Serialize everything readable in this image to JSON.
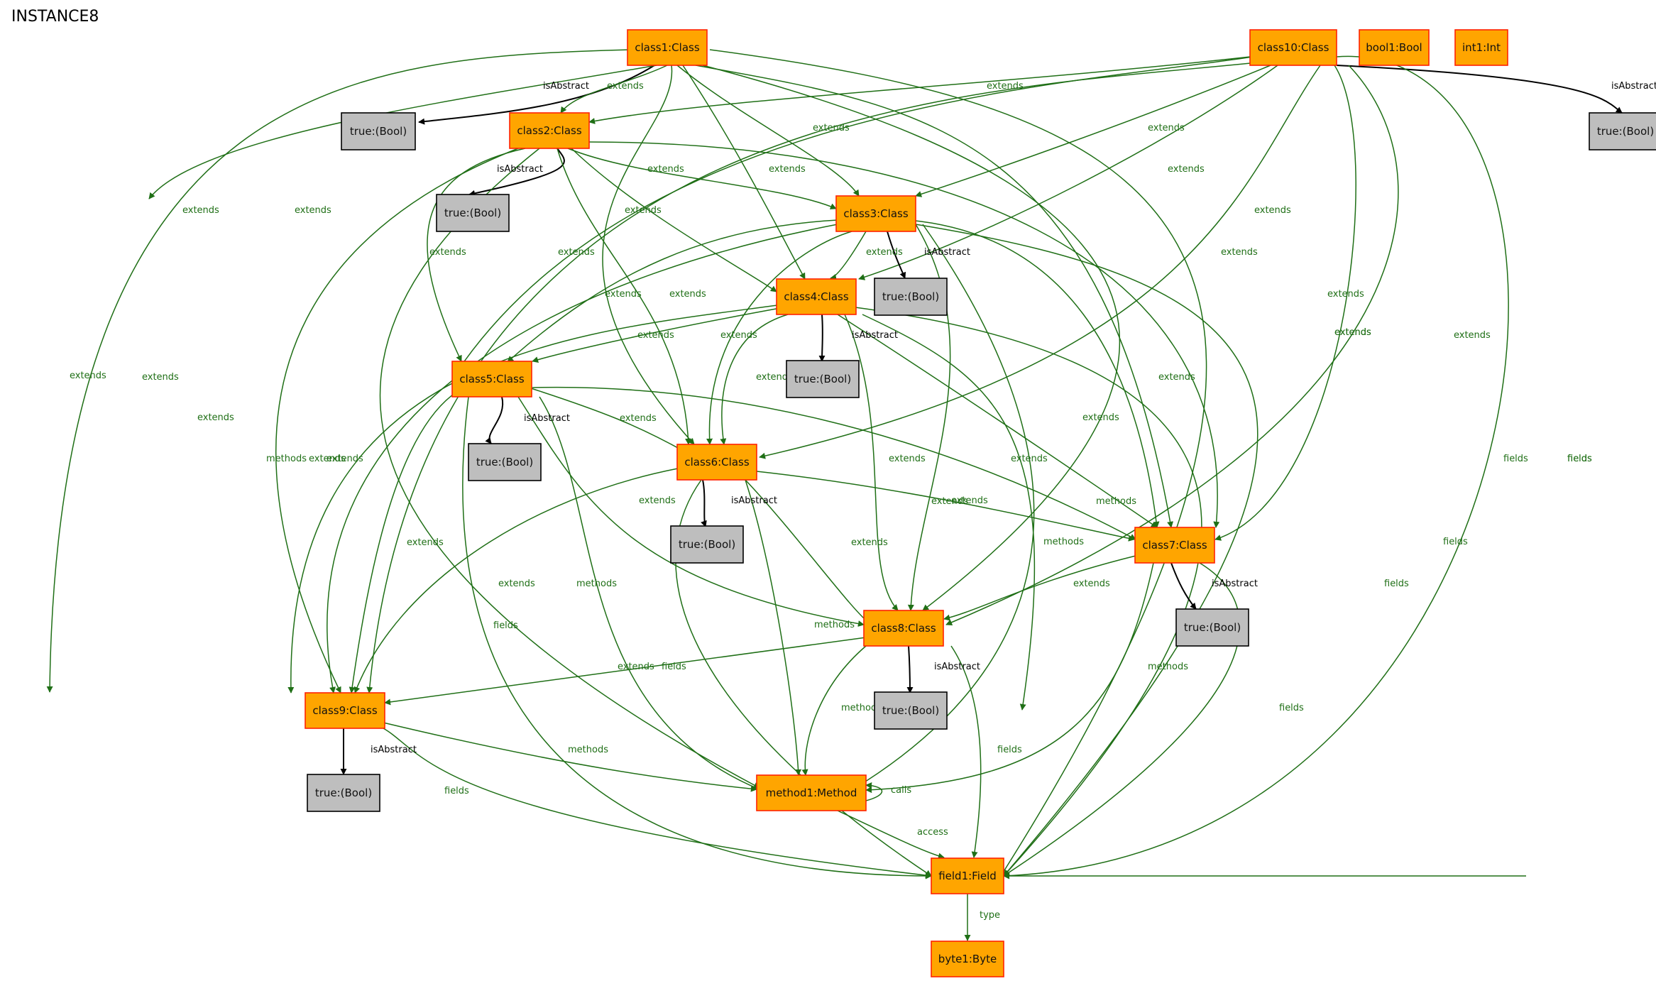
{
  "title": "INSTANCE8",
  "colors": {
    "class_fill": "#ffa500",
    "class_border": "#ff2200",
    "value_fill": "#bebebe",
    "value_border": "#000000",
    "edge_green": "#1f6f16",
    "edge_black": "#000000"
  },
  "nodes": [
    {
      "id": "class1",
      "label": "class1:Class",
      "kind": "object"
    },
    {
      "id": "class10",
      "label": "class10:Class",
      "kind": "object"
    },
    {
      "id": "bool1",
      "label": "bool1:Bool",
      "kind": "object"
    },
    {
      "id": "int1",
      "label": "int1:Int",
      "kind": "object"
    },
    {
      "id": "t1",
      "label": "true:(Bool)",
      "kind": "value"
    },
    {
      "id": "t10",
      "label": "true:(Bool)",
      "kind": "value"
    },
    {
      "id": "class2",
      "label": "class2:Class",
      "kind": "object"
    },
    {
      "id": "t2",
      "label": "true:(Bool)",
      "kind": "value"
    },
    {
      "id": "class3",
      "label": "class3:Class",
      "kind": "object"
    },
    {
      "id": "t3",
      "label": "true:(Bool)",
      "kind": "value"
    },
    {
      "id": "class4",
      "label": "class4:Class",
      "kind": "object"
    },
    {
      "id": "t4",
      "label": "true:(Bool)",
      "kind": "value"
    },
    {
      "id": "class5",
      "label": "class5:Class",
      "kind": "object"
    },
    {
      "id": "t5",
      "label": "true:(Bool)",
      "kind": "value"
    },
    {
      "id": "class6",
      "label": "class6:Class",
      "kind": "object"
    },
    {
      "id": "t6",
      "label": "true:(Bool)",
      "kind": "value"
    },
    {
      "id": "class7",
      "label": "class7:Class",
      "kind": "object"
    },
    {
      "id": "t7",
      "label": "true:(Bool)",
      "kind": "value"
    },
    {
      "id": "class8",
      "label": "class8:Class",
      "kind": "object"
    },
    {
      "id": "t8",
      "label": "true:(Bool)",
      "kind": "value"
    },
    {
      "id": "class9",
      "label": "class9:Class",
      "kind": "object"
    },
    {
      "id": "t9",
      "label": "true:(Bool)",
      "kind": "value"
    },
    {
      "id": "method1",
      "label": "method1:Method",
      "kind": "object"
    },
    {
      "id": "field1",
      "label": "field1:Field",
      "kind": "object"
    },
    {
      "id": "byte1",
      "label": "byte1:Byte",
      "kind": "object"
    }
  ],
  "edges": [
    {
      "from": "class1",
      "to": "t1",
      "label": "isAbstract",
      "style": "black"
    },
    {
      "from": "class1",
      "to": "class2",
      "label": "extends",
      "style": "green"
    },
    {
      "from": "class1",
      "to": "class3",
      "label": "extends",
      "style": "green"
    },
    {
      "from": "class1",
      "to": "class4",
      "label": "extends",
      "style": "green"
    },
    {
      "from": "class1",
      "to": "class5",
      "label": "extends",
      "style": "green"
    },
    {
      "from": "class1",
      "to": "class6",
      "label": "extends",
      "style": "green"
    },
    {
      "from": "class1",
      "to": "class7",
      "label": "extends",
      "style": "green"
    },
    {
      "from": "class1",
      "to": "class8",
      "label": "extends",
      "style": "green"
    },
    {
      "from": "class1",
      "to": "class9",
      "label": "extends",
      "style": "green"
    },
    {
      "from": "class1",
      "to": "field1",
      "label": "fields",
      "style": "green"
    },
    {
      "from": "class10",
      "to": "t10",
      "label": "isAbstract",
      "style": "black"
    },
    {
      "from": "class10",
      "to": "class2",
      "label": "extends",
      "style": "green"
    },
    {
      "from": "class10",
      "to": "class3",
      "label": "extends",
      "style": "green"
    },
    {
      "from": "class10",
      "to": "class4",
      "label": "extends",
      "style": "green"
    },
    {
      "from": "class10",
      "to": "class5",
      "label": "extends",
      "style": "green"
    },
    {
      "from": "class10",
      "to": "class6",
      "label": "extends",
      "style": "green"
    },
    {
      "from": "class10",
      "to": "class7",
      "label": "extends",
      "style": "green"
    },
    {
      "from": "class10",
      "to": "class8",
      "label": "extends",
      "style": "green"
    },
    {
      "from": "class10",
      "to": "class9",
      "label": "extends",
      "style": "green"
    },
    {
      "from": "class10",
      "to": "field1",
      "label": "fields",
      "style": "green"
    },
    {
      "from": "class10",
      "to": "field1",
      "label": "fields",
      "style": "green"
    },
    {
      "from": "class2",
      "to": "t2",
      "label": "isAbstract",
      "style": "black"
    },
    {
      "from": "class2",
      "to": "class3",
      "label": "extends",
      "style": "green"
    },
    {
      "from": "class2",
      "to": "class4",
      "label": "extends",
      "style": "green"
    },
    {
      "from": "class2",
      "to": "class5",
      "label": "extends",
      "style": "green"
    },
    {
      "from": "class2",
      "to": "class6",
      "label": "extends",
      "style": "green"
    },
    {
      "from": "class2",
      "to": "class7",
      "label": "extends",
      "style": "green"
    },
    {
      "from": "class2",
      "to": "class9",
      "label": "extends",
      "style": "green"
    },
    {
      "from": "class2",
      "to": "method1",
      "label": "methods",
      "style": "green"
    },
    {
      "from": "class3",
      "to": "t3",
      "label": "isAbstract",
      "style": "black"
    },
    {
      "from": "class3",
      "to": "class4",
      "label": "extends",
      "style": "green"
    },
    {
      "from": "class3",
      "to": "class5",
      "label": "extends",
      "style": "green"
    },
    {
      "from": "class3",
      "to": "class6",
      "label": "extends",
      "style": "green"
    },
    {
      "from": "class3",
      "to": "class7",
      "label": "extends",
      "style": "green"
    },
    {
      "from": "class3",
      "to": "class8",
      "label": "extends",
      "style": "green"
    },
    {
      "from": "class3",
      "to": "class9",
      "label": "extends",
      "style": "green"
    },
    {
      "from": "class3",
      "to": "method1",
      "label": "methods",
      "style": "green"
    },
    {
      "from": "class3",
      "to": "field1",
      "label": "fields",
      "style": "green"
    },
    {
      "from": "class4",
      "to": "t4",
      "label": "isAbstract",
      "style": "black"
    },
    {
      "from": "class4",
      "to": "class5",
      "label": "extends",
      "style": "green"
    },
    {
      "from": "class4",
      "to": "class6",
      "label": "extends",
      "style": "green"
    },
    {
      "from": "class4",
      "to": "class7",
      "label": "extends",
      "style": "green"
    },
    {
      "from": "class4",
      "to": "class8",
      "label": "extends",
      "style": "green"
    },
    {
      "from": "class4",
      "to": "class9",
      "label": "extends",
      "style": "green"
    },
    {
      "from": "class4",
      "to": "method1",
      "label": "methods",
      "style": "green"
    },
    {
      "from": "class4",
      "to": "field1",
      "label": "fields",
      "style": "green"
    },
    {
      "from": "class5",
      "to": "t5",
      "label": "isAbstract",
      "style": "black"
    },
    {
      "from": "class5",
      "to": "class6",
      "label": "extends",
      "style": "green"
    },
    {
      "from": "class5",
      "to": "class7",
      "label": "extends",
      "style": "green"
    },
    {
      "from": "class5",
      "to": "class8",
      "label": "extends",
      "style": "green"
    },
    {
      "from": "class5",
      "to": "class9",
      "label": "extends",
      "style": "green"
    },
    {
      "from": "class5",
      "to": "method1",
      "label": "methods",
      "style": "green"
    },
    {
      "from": "class5",
      "to": "field1",
      "label": "fields",
      "style": "green"
    },
    {
      "from": "class6",
      "to": "t6",
      "label": "isAbstract",
      "style": "black"
    },
    {
      "from": "class6",
      "to": "class7",
      "label": "extends",
      "style": "green"
    },
    {
      "from": "class6",
      "to": "class8",
      "label": "extends",
      "style": "green"
    },
    {
      "from": "class6",
      "to": "class9",
      "label": "extends",
      "style": "green"
    },
    {
      "from": "class6",
      "to": "method1",
      "label": "methods",
      "style": "green"
    },
    {
      "from": "class6",
      "to": "field1",
      "label": "fields",
      "style": "green"
    },
    {
      "from": "class7",
      "to": "t7",
      "label": "isAbstract",
      "style": "black"
    },
    {
      "from": "class7",
      "to": "class8",
      "label": "extends",
      "style": "green"
    },
    {
      "from": "class7",
      "to": "method1",
      "label": "methods",
      "style": "green"
    },
    {
      "from": "class7",
      "to": "field1",
      "label": "fields",
      "style": "green"
    },
    {
      "from": "class8",
      "to": "t8",
      "label": "isAbstract",
      "style": "black"
    },
    {
      "from": "class8",
      "to": "class9",
      "label": "extends",
      "style": "green"
    },
    {
      "from": "class8",
      "to": "method1",
      "label": "methods",
      "style": "green"
    },
    {
      "from": "class8",
      "to": "field1",
      "label": "fields",
      "style": "green"
    },
    {
      "from": "class9",
      "to": "t9",
      "label": "isAbstract",
      "style": "black"
    },
    {
      "from": "class9",
      "to": "method1",
      "label": "methods",
      "style": "green"
    },
    {
      "from": "class9",
      "to": "field1",
      "label": "fields",
      "style": "green"
    },
    {
      "from": "method1",
      "to": "method1",
      "label": "calls",
      "style": "green"
    },
    {
      "from": "method1",
      "to": "field1",
      "label": "access",
      "style": "green"
    },
    {
      "from": "field1",
      "to": "byte1",
      "label": "type",
      "style": "green"
    }
  ]
}
